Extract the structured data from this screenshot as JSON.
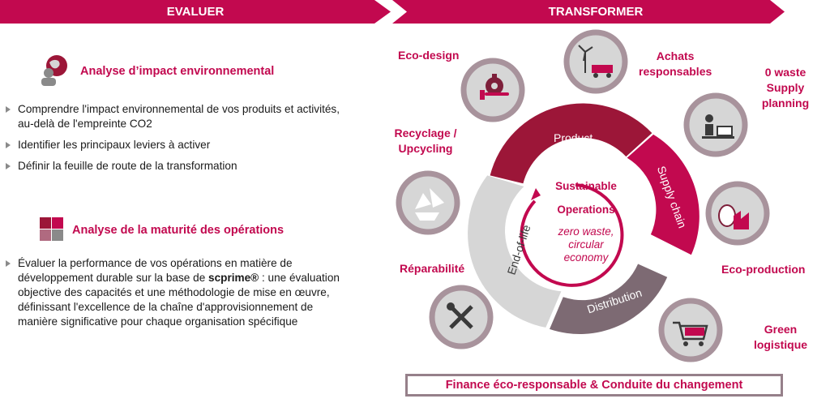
{
  "banners": {
    "left": "EVALUER",
    "right": "TRANSFORMER"
  },
  "left": {
    "section1": {
      "title": "Analyse d’impact environnemental",
      "icon": "globe-person-icon",
      "bullets": [
        "Comprendre l'impact environnemental de vos produits et activités, au-delà de l'empreinte CO2",
        "Identifier les principaux leviers à activer",
        "Définir la feuille de route de la transformation"
      ]
    },
    "section2": {
      "title": "Analyse de la maturité des opérations",
      "icon": "puzzle-icon",
      "bullet_pre": "Évaluer la performance de vos opérations en matière de développement durable sur la base de ",
      "bullet_brand": "scprime®",
      "bullet_post": " : une évaluation objective des capacités et une méthodologie de mise en œuvre, définissant l'excellence de la chaîne d'approvisionnement de manière significative pour chaque organisation spécifique"
    }
  },
  "wheel": {
    "center_title_1": "Sustainable",
    "center_title_2": "Operations",
    "center_sub_1": "zero waste,",
    "center_sub_2": "circular",
    "center_sub_3": "economy",
    "segments": {
      "product": "Product",
      "supply_chain": "Supply chain",
      "distribution": "Distribution",
      "end_of_life": "End-of-life"
    }
  },
  "levers": {
    "eco_design": "Eco-design",
    "achats_1": "Achats",
    "achats_2": "responsables",
    "zero_waste_1": "0 waste",
    "zero_waste_2": "Supply",
    "zero_waste_3": "planning",
    "recyclage_1": "Recyclage /",
    "recyclage_2": "Upcycling",
    "eco_production": "Eco-production",
    "reparabilite": "Réparabilité",
    "green_1": "Green",
    "green_2": "logistique"
  },
  "footer": "Finance éco-responsable & Conduite du changement",
  "colors": {
    "crimson": "#c2094f",
    "dark_crimson": "#9c1638",
    "mauve": "#7d6a73",
    "light_grey": "#d6d6d6",
    "circle_ring": "#a8939c"
  }
}
